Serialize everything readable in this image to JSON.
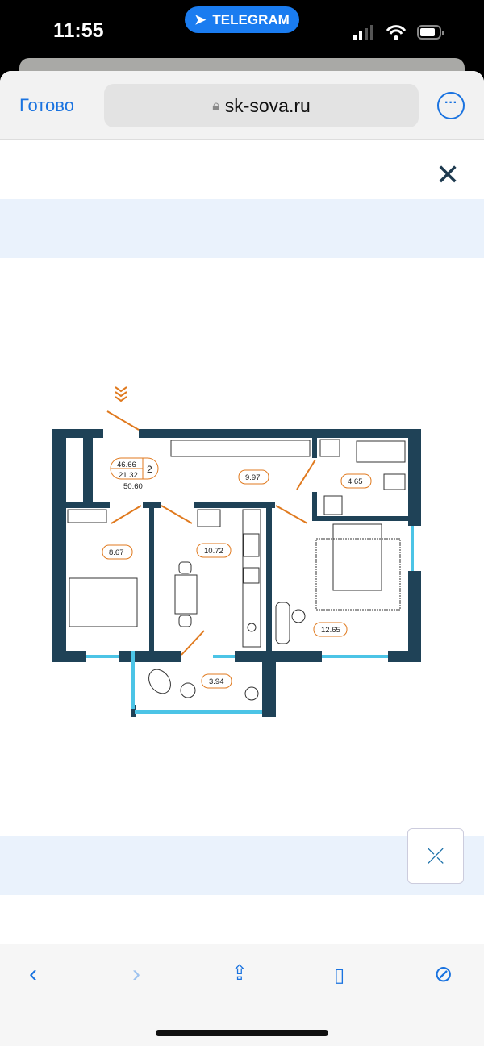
{
  "status_bar": {
    "time": "11:55",
    "back_app": "TELEGRAM"
  },
  "browser": {
    "done_label": "Готово",
    "url": "sk-sova.ru",
    "more_icon": "ellipsis-circle-icon"
  },
  "page": {
    "close_icon": "close-icon",
    "expand_icon": "collapse-arrows-icon"
  },
  "plan": {
    "total_area": "46.66",
    "living_area": "21.32",
    "overall_area": "50.60",
    "rooms_count": "2",
    "rooms": {
      "hall": "9.97",
      "bath": "4.65",
      "bedroom_small": "8.67",
      "kitchen": "10.72",
      "bedroom_large": "12.65",
      "balcony": "3.94"
    }
  },
  "colors": {
    "wall": "#1f4257",
    "window": "#4cc4e6",
    "accent": "#e07a1f",
    "link": "#1a73e0"
  }
}
